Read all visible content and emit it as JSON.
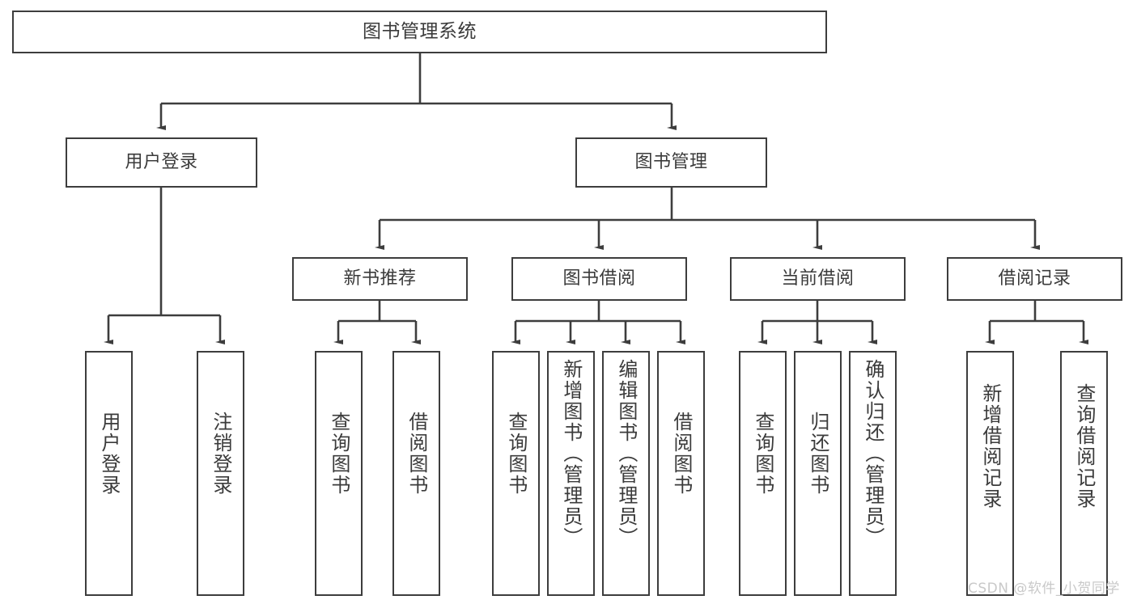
{
  "diagram": {
    "type": "tree-hierarchy-diagram",
    "title": "图书管理系统",
    "colors": {
      "box_border": "#3d3d3d",
      "box_fill": "#ffffff",
      "text": "#3b3b3b",
      "connector": "#3d3d3d",
      "watermark": "#c9c9c9",
      "background": "#ffffff"
    },
    "levels": {
      "level1": [
        {
          "id": "root",
          "label": "图书管理系统",
          "orientation": "horizontal"
        }
      ],
      "level2": [
        {
          "id": "user-login",
          "label": "用户登录",
          "orientation": "horizontal"
        },
        {
          "id": "book-management",
          "label": "图书管理",
          "orientation": "horizontal"
        }
      ],
      "level3": [
        {
          "id": "new-book-recommend",
          "label": "新书推荐",
          "orientation": "horizontal"
        },
        {
          "id": "book-borrow",
          "label": "图书借阅",
          "orientation": "horizontal"
        },
        {
          "id": "current-borrow",
          "label": "当前借阅",
          "orientation": "horizontal"
        },
        {
          "id": "borrow-record",
          "label": "借阅记录",
          "orientation": "horizontal"
        }
      ],
      "level4": [
        {
          "id": "leaf-user-login",
          "label": "用户登录",
          "orientation": "vertical",
          "parent": "user-login"
        },
        {
          "id": "leaf-logout-login",
          "label": "注销登录",
          "orientation": "vertical",
          "parent": "user-login"
        },
        {
          "id": "leaf-query-book-1",
          "label": "查询图书",
          "orientation": "vertical",
          "parent": "new-book-recommend"
        },
        {
          "id": "leaf-borrow-book-1",
          "label": "借阅图书",
          "orientation": "vertical",
          "parent": "new-book-recommend"
        },
        {
          "id": "leaf-query-book-2",
          "label": "查询图书",
          "orientation": "vertical",
          "parent": "book-borrow"
        },
        {
          "id": "leaf-add-book-admin",
          "label": "新增图书（管理员）",
          "orientation": "vertical",
          "parent": "book-borrow"
        },
        {
          "id": "leaf-edit-book-admin",
          "label": "编辑图书（管理员）",
          "orientation": "vertical",
          "parent": "book-borrow"
        },
        {
          "id": "leaf-borrow-book-2",
          "label": "借阅图书",
          "orientation": "vertical",
          "parent": "book-borrow"
        },
        {
          "id": "leaf-query-book-3",
          "label": "查询图书",
          "orientation": "vertical",
          "parent": "current-borrow"
        },
        {
          "id": "leaf-return-book",
          "label": "归还图书",
          "orientation": "vertical",
          "parent": "current-borrow"
        },
        {
          "id": "leaf-confirm-return-admin",
          "label": "确认归还（管理员）",
          "orientation": "vertical",
          "parent": "current-borrow"
        },
        {
          "id": "leaf-add-borrow-record",
          "label": "新增借阅记录",
          "orientation": "vertical",
          "parent": "borrow-record"
        },
        {
          "id": "leaf-query-borrow-record",
          "label": "查询借阅记录",
          "orientation": "vertical",
          "parent": "borrow-record"
        }
      ]
    },
    "watermark": "CSDN @软件_小贺同学"
  }
}
